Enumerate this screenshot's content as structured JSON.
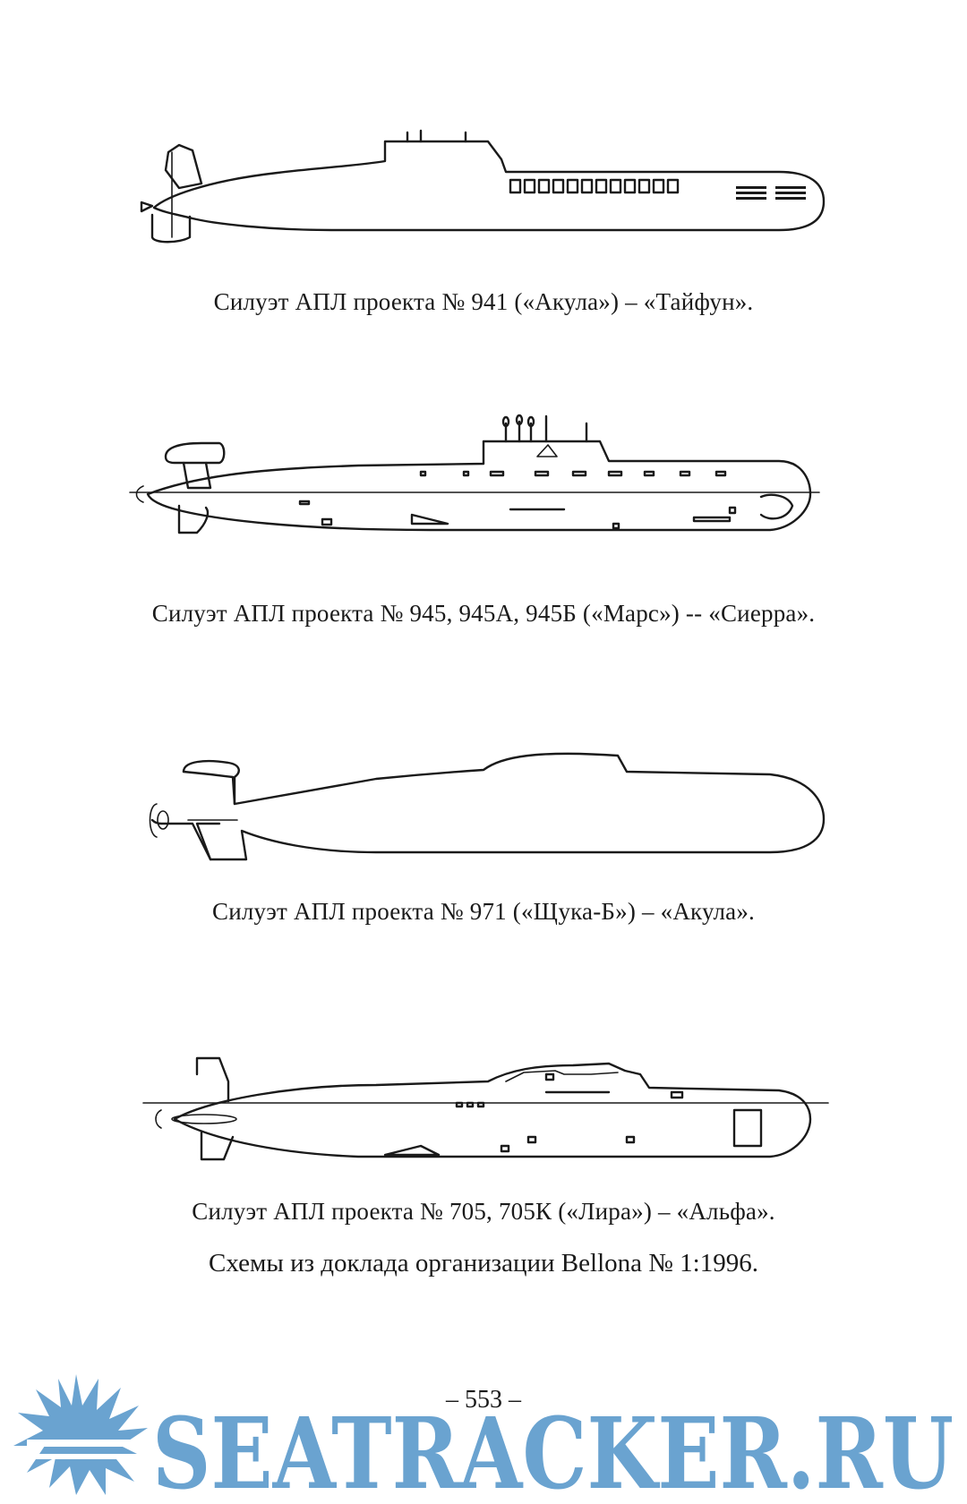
{
  "captions": {
    "typhoon": "Силуэт АПЛ проекта № 941 («Акула») – «Тайфун».",
    "sierra": "Силуэт АПЛ проекта № 945, 945А, 945Б («Марс») -- «Сиерра».",
    "akula": "Силуэт АПЛ проекта № 971 («Щука-Б») – «Акула».",
    "alfa": "Силуэт АПЛ проекта № 705, 705К («Лира») – «Альфа»."
  },
  "credit": "Схемы из доклада организации Bellona № 1:1996.",
  "page_number": "– 553 –",
  "watermark": {
    "text": "SEATRACKER.RU",
    "color": "#6aa3d0",
    "icon": "sun-icon"
  }
}
